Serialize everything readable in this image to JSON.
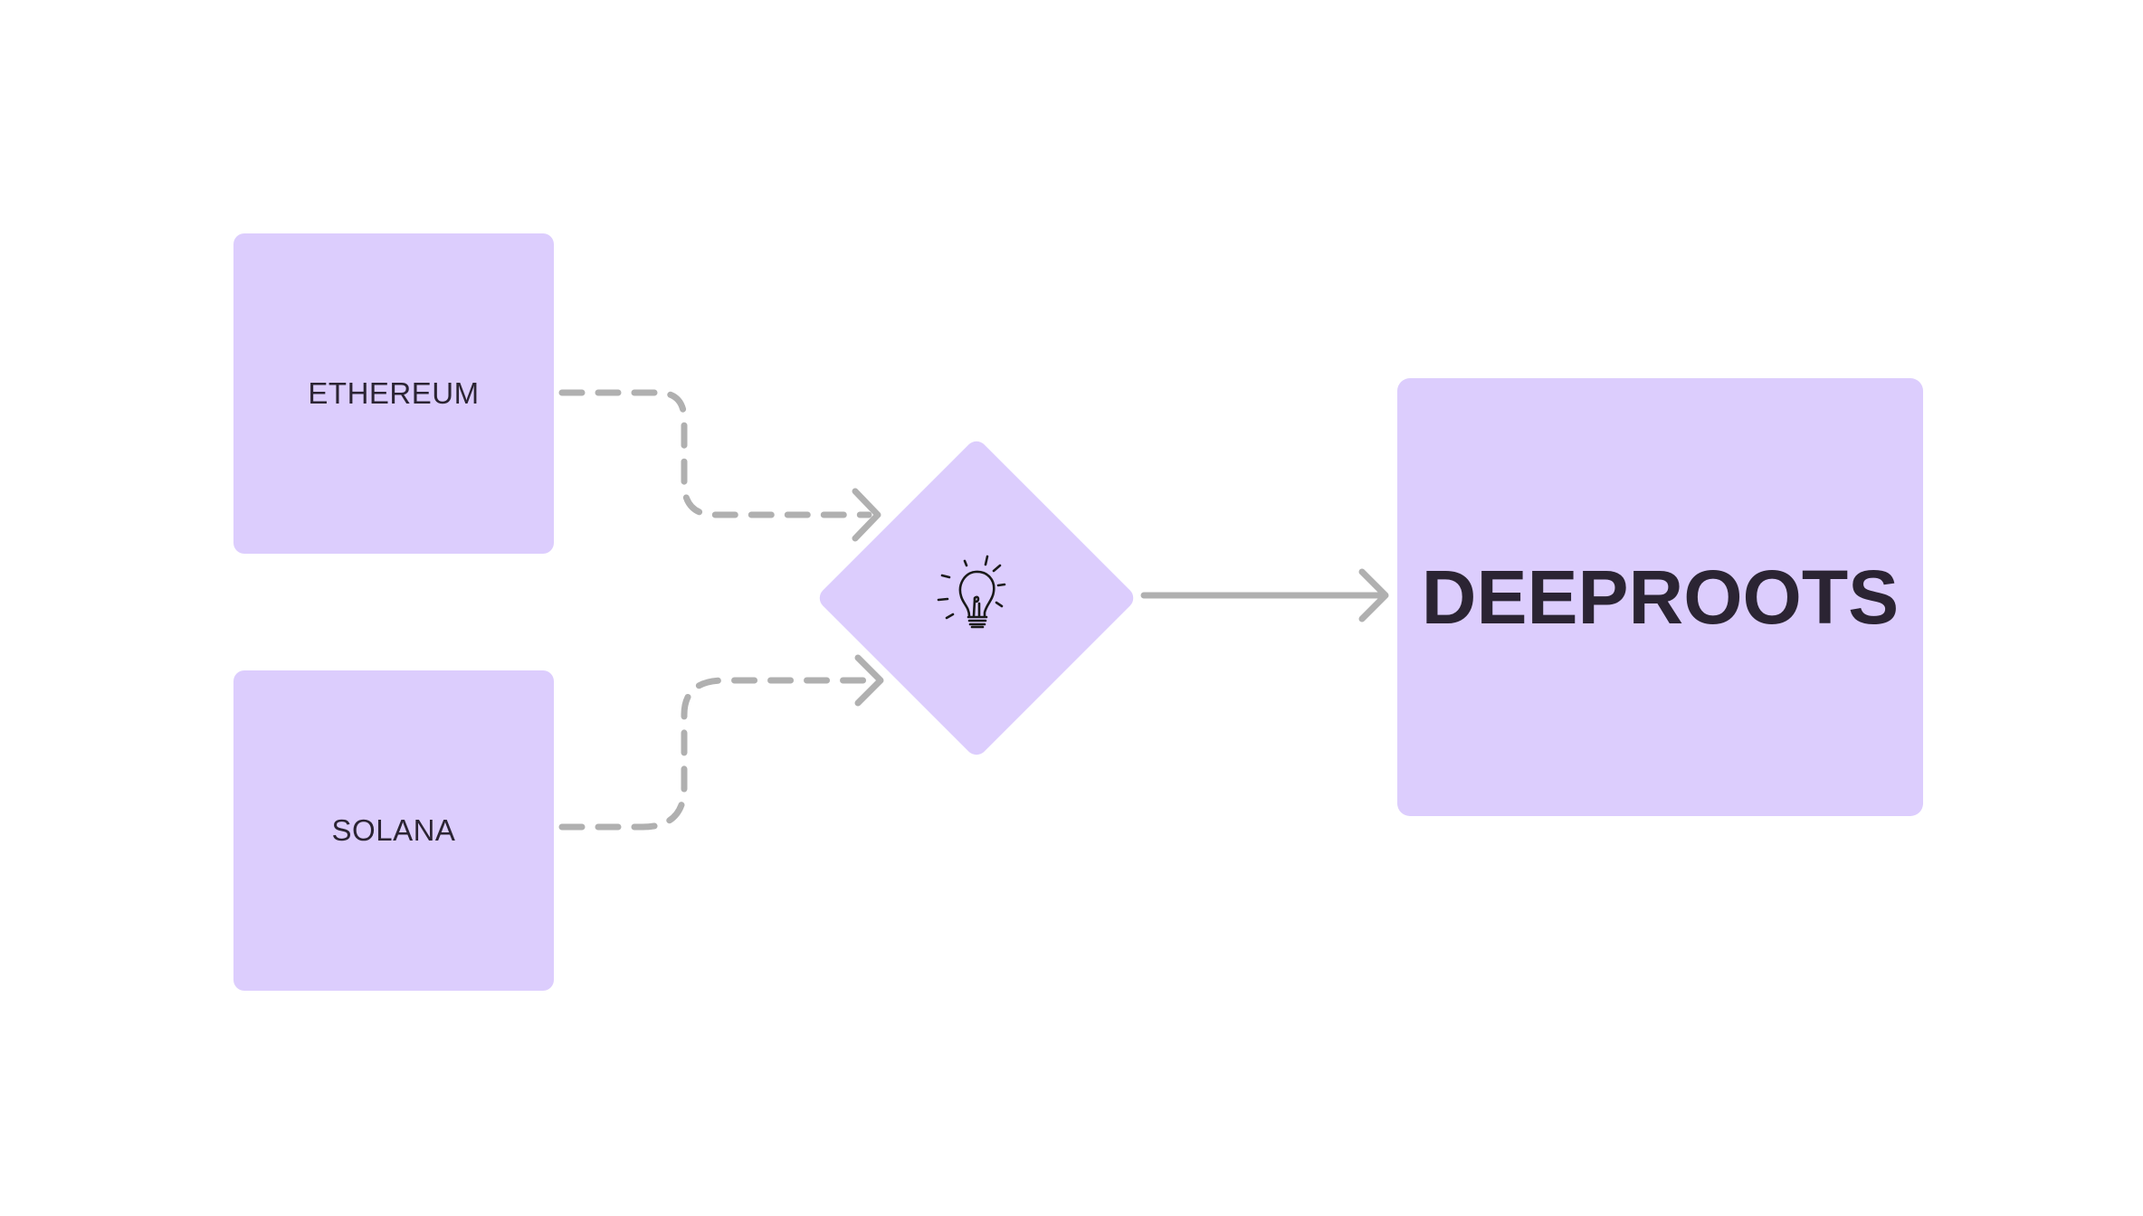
{
  "diagram": {
    "nodes": {
      "ethereum": {
        "label": "ETHEREUM"
      },
      "solana": {
        "label": "SOLANA"
      },
      "idea": {
        "icon": "lightbulb-icon"
      },
      "deeproots": {
        "label": "DEEPROOTS"
      }
    },
    "edges": [
      {
        "from": "ethereum",
        "to": "idea",
        "style": "dashed"
      },
      {
        "from": "solana",
        "to": "idea",
        "style": "dashed"
      },
      {
        "from": "idea",
        "to": "deeproots",
        "style": "solid"
      }
    ],
    "colors": {
      "node_fill": "#dccdfd",
      "text": "#2b2433",
      "connector": "#b0b0b0",
      "background": "#ffffff"
    }
  }
}
